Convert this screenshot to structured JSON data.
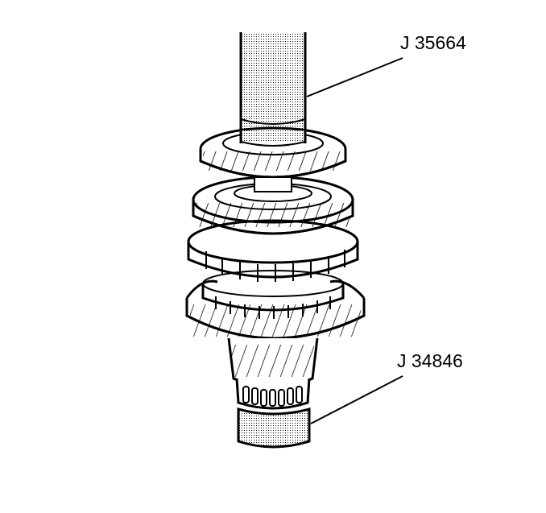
{
  "figure": {
    "subject": "Transmission countershaft gear cluster with tools",
    "background": "#ffffff",
    "line_color": "#000000",
    "callouts": [
      {
        "id": "tool-top",
        "label": "J 35664",
        "points_to": "upper press shaft/tool"
      },
      {
        "id": "tool-bottom",
        "label": "J 34846",
        "points_to": "lower support tool"
      }
    ],
    "components": [
      "press-tool-upper",
      "gear-1-helical",
      "gear-2-helical",
      "gear-3-spur",
      "synchronizer-ring",
      "gear-4-helical-large",
      "pinion-helical",
      "needle-bearing",
      "support-tool-lower"
    ]
  }
}
